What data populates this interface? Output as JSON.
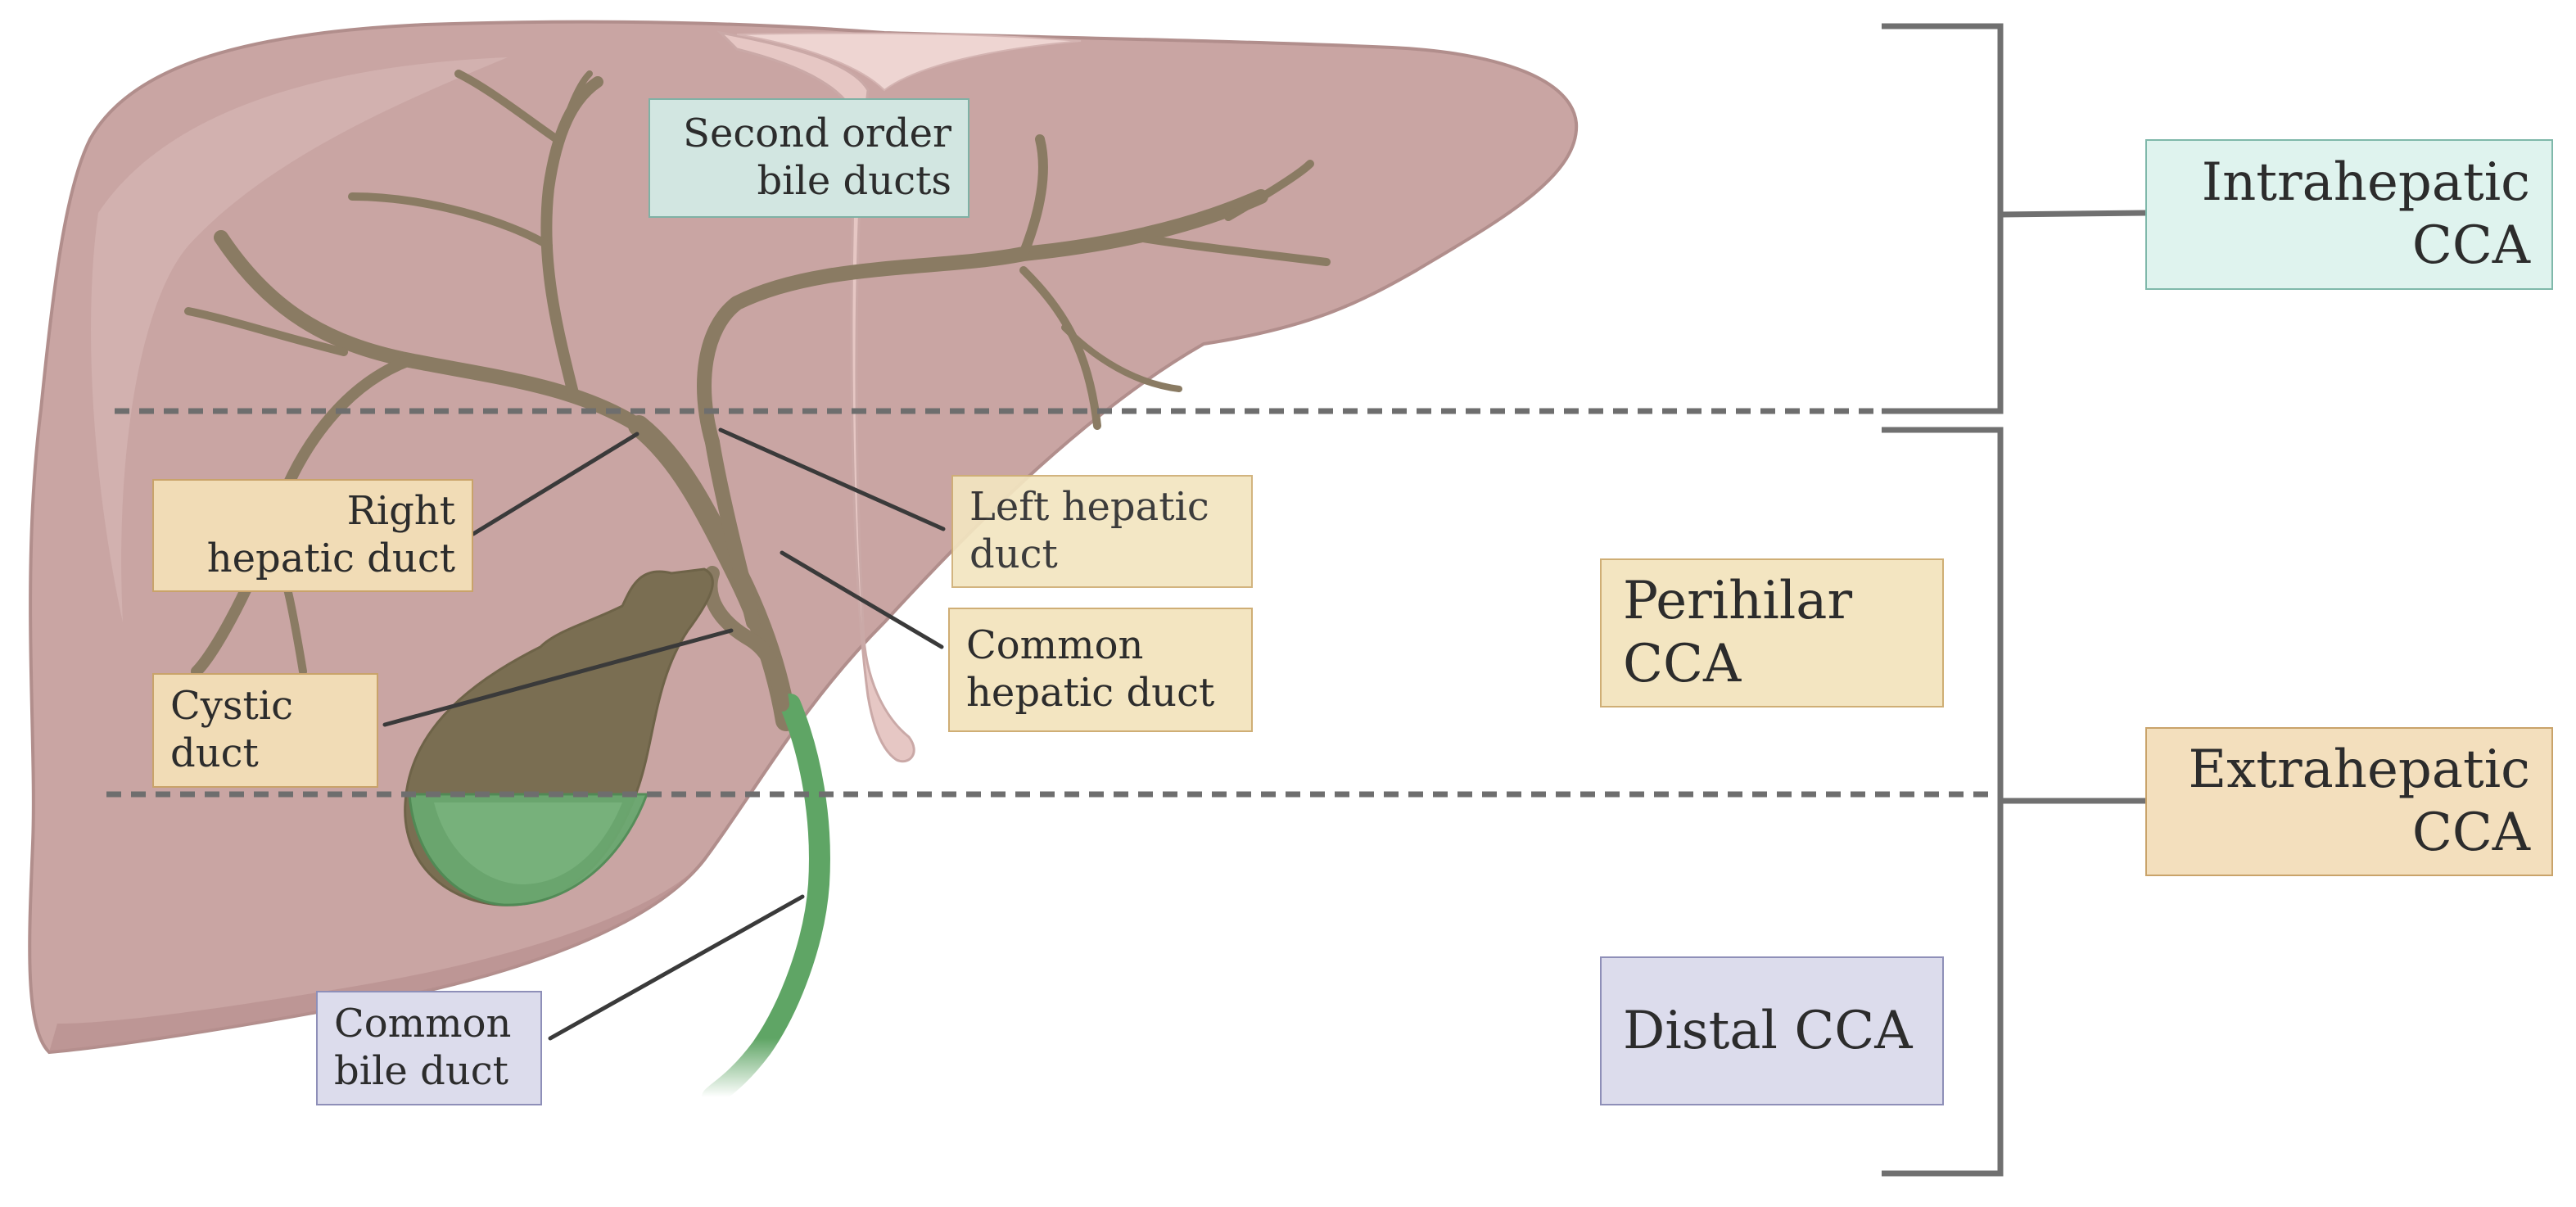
{
  "labels": {
    "second_order": [
      "Second order",
      "bile ducts"
    ],
    "right_hepatic": [
      "Right",
      "hepatic duct"
    ],
    "left_hepatic": [
      "Left hepatic",
      "duct"
    ],
    "common_hepatic": [
      "Common",
      "hepatic duct"
    ],
    "cystic": [
      "Cystic",
      "duct"
    ],
    "common_bile": [
      "Common",
      "bile duct"
    ]
  },
  "categories": {
    "intrahepatic": [
      "Intrahepatic",
      "CCA"
    ],
    "perihilar": [
      "Perihilar",
      "CCA"
    ],
    "extrahepatic": [
      "Extrahepatic",
      "CCA"
    ],
    "distal": [
      "Distal CCA"
    ]
  },
  "colors": {
    "liver": "#c9a5a3",
    "duct": "#8a7b63",
    "bile_duct_green": "#5fa565",
    "bracket": "#707070",
    "dashed_line": "#6e6e6e"
  }
}
